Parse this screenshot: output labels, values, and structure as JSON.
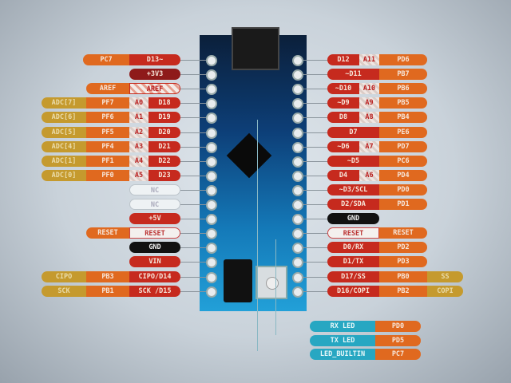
{
  "colors": {
    "red": "#c62a1e",
    "orange": "#e0691f",
    "ochre": "#c59a2e",
    "cyan": "#27a7c2",
    "board": "#1479b8"
  },
  "left_rows": [
    [
      {
        "k": "orange",
        "t": "PC7",
        "w": 58
      },
      {
        "k": "red",
        "t": "D13~",
        "w": 64
      }
    ],
    [
      {
        "k": "dark",
        "t": "+3V3",
        "w": 64
      }
    ],
    [
      {
        "k": "orange",
        "t": "AREF",
        "w": 54
      },
      {
        "k": "aref",
        "t": "AREF",
        "w": 64
      }
    ],
    [
      {
        "k": "ochre",
        "t": "ADC[7]",
        "w": 56
      },
      {
        "k": "orange",
        "t": "PF7",
        "w": 54
      },
      {
        "k": "an",
        "t": "A0",
        "w": 24
      },
      {
        "k": "red",
        "t": "D18",
        "w": 40
      }
    ],
    [
      {
        "k": "ochre",
        "t": "ADC[6]",
        "w": 56
      },
      {
        "k": "orange",
        "t": "PF6",
        "w": 54
      },
      {
        "k": "an",
        "t": "A1",
        "w": 24
      },
      {
        "k": "red",
        "t": "D19",
        "w": 40
      }
    ],
    [
      {
        "k": "ochre",
        "t": "ADC[5]",
        "w": 56
      },
      {
        "k": "orange",
        "t": "PF5",
        "w": 54
      },
      {
        "k": "an",
        "t": "A2",
        "w": 24
      },
      {
        "k": "red",
        "t": "D20",
        "w": 40
      }
    ],
    [
      {
        "k": "ochre",
        "t": "ADC[4]",
        "w": 56
      },
      {
        "k": "orange",
        "t": "PF4",
        "w": 54
      },
      {
        "k": "an",
        "t": "A3",
        "w": 24
      },
      {
        "k": "red",
        "t": "D21",
        "w": 40
      }
    ],
    [
      {
        "k": "ochre",
        "t": "ADC[1]",
        "w": 56
      },
      {
        "k": "orange",
        "t": "PF1",
        "w": 54
      },
      {
        "k": "an",
        "t": "A4",
        "w": 24
      },
      {
        "k": "red",
        "t": "D22",
        "w": 40
      }
    ],
    [
      {
        "k": "ochre",
        "t": "ADC[0]",
        "w": 56
      },
      {
        "k": "orange",
        "t": "PF0",
        "w": 54
      },
      {
        "k": "an",
        "t": "A5",
        "w": 24
      },
      {
        "k": "red",
        "t": "D23",
        "w": 40
      }
    ],
    [
      {
        "k": "nc",
        "t": "NC",
        "w": 64
      }
    ],
    [
      {
        "k": "nc",
        "t": "NC",
        "w": 64
      }
    ],
    [
      {
        "k": "red",
        "t": "+5V",
        "w": 64
      }
    ],
    [
      {
        "k": "orange",
        "t": "RESET",
        "w": 54
      },
      {
        "k": "reset",
        "t": "RESET",
        "w": 64
      }
    ],
    [
      {
        "k": "black",
        "t": "GND",
        "w": 64
      }
    ],
    [
      {
        "k": "red",
        "t": "VIN",
        "w": 64
      }
    ],
    [
      {
        "k": "ochre",
        "t": "CIPO",
        "w": 56
      },
      {
        "k": "orange",
        "t": "PB3",
        "w": 54
      },
      {
        "k": "red",
        "t": "CIPO/D14",
        "w": 64
      }
    ],
    [
      {
        "k": "ochre",
        "t": "SCK",
        "w": 56
      },
      {
        "k": "orange",
        "t": "PB1",
        "w": 54
      },
      {
        "k": "red",
        "t": "SCK /D15",
        "w": 64
      }
    ]
  ],
  "right_rows": [
    [
      {
        "k": "red",
        "t": "D12",
        "w": 40
      },
      {
        "k": "an",
        "t": "A11",
        "w": 25
      },
      {
        "k": "orange",
        "t": "PD6",
        "w": 60
      }
    ],
    [
      {
        "k": "red",
        "t": "~D11",
        "w": 65
      },
      {
        "k": "orange",
        "t": "PB7",
        "w": 60
      }
    ],
    [
      {
        "k": "red",
        "t": "~D10",
        "w": 40
      },
      {
        "k": "an",
        "t": "A10",
        "w": 25
      },
      {
        "k": "orange",
        "t": "PB6",
        "w": 60
      }
    ],
    [
      {
        "k": "red",
        "t": "~D9",
        "w": 40
      },
      {
        "k": "an",
        "t": "A9",
        "w": 25
      },
      {
        "k": "orange",
        "t": "PB5",
        "w": 60
      }
    ],
    [
      {
        "k": "red",
        "t": "D8",
        "w": 40
      },
      {
        "k": "an",
        "t": "A8",
        "w": 25
      },
      {
        "k": "orange",
        "t": "PB4",
        "w": 60
      }
    ],
    [
      {
        "k": "red",
        "t": "D7",
        "w": 65
      },
      {
        "k": "orange",
        "t": "PE6",
        "w": 60
      }
    ],
    [
      {
        "k": "red",
        "t": "~D6",
        "w": 40
      },
      {
        "k": "an",
        "t": "A7",
        "w": 25
      },
      {
        "k": "orange",
        "t": "PD7",
        "w": 60
      }
    ],
    [
      {
        "k": "red",
        "t": "~D5",
        "w": 65
      },
      {
        "k": "orange",
        "t": "PC6",
        "w": 60
      }
    ],
    [
      {
        "k": "red",
        "t": "D4",
        "w": 40
      },
      {
        "k": "an",
        "t": "A6",
        "w": 25
      },
      {
        "k": "orange",
        "t": "PD4",
        "w": 60
      }
    ],
    [
      {
        "k": "red",
        "t": "~D3/SCL",
        "w": 65
      },
      {
        "k": "orange",
        "t": "PD0",
        "w": 60
      }
    ],
    [
      {
        "k": "red",
        "t": "D2/SDA",
        "w": 65
      },
      {
        "k": "orange",
        "t": "PD1",
        "w": 60
      }
    ],
    [
      {
        "k": "black",
        "t": "GND",
        "w": 65
      }
    ],
    [
      {
        "k": "reset",
        "t": "RESET",
        "w": 65
      },
      {
        "k": "orange",
        "t": "RESET",
        "w": 60
      }
    ],
    [
      {
        "k": "red",
        "t": "D0/RX",
        "w": 65
      },
      {
        "k": "orange",
        "t": "PD2",
        "w": 60
      }
    ],
    [
      {
        "k": "red",
        "t": "D1/TX",
        "w": 65
      },
      {
        "k": "orange",
        "t": "PD3",
        "w": 60
      }
    ],
    [
      {
        "k": "red",
        "t": "D17/SS",
        "w": 65
      },
      {
        "k": "orange",
        "t": "PB0",
        "w": 60
      },
      {
        "k": "ochre",
        "t": "SS",
        "w": 45
      }
    ],
    [
      {
        "k": "red",
        "t": "D16/COPI",
        "w": 65
      },
      {
        "k": "orange",
        "t": "PB2",
        "w": 60
      },
      {
        "k": "ochre",
        "t": "COPI",
        "w": 45
      }
    ]
  ],
  "led_rows": [
    [
      {
        "k": "cyan",
        "t": "RX LED",
        "w": 82
      },
      {
        "k": "orange",
        "t": "PD0",
        "w": 57
      }
    ],
    [
      {
        "k": "cyan",
        "t": "TX LED",
        "w": 82
      },
      {
        "k": "orange",
        "t": "PD5",
        "w": 57
      }
    ],
    [
      {
        "k": "cyan",
        "t": "LED_BUILTIN",
        "w": 82
      },
      {
        "k": "orange",
        "t": "PC7",
        "w": 57
      }
    ]
  ]
}
